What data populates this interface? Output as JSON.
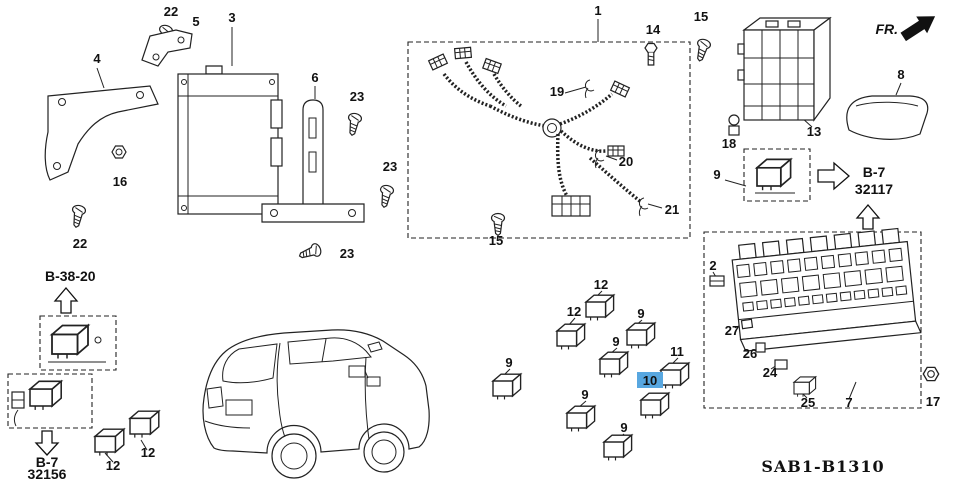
{
  "diagram": {
    "code": "SAB1-B1310",
    "fr_label": "FR.",
    "highlight": {
      "part": "10",
      "color": "#58A7E0"
    },
    "refs": {
      "b38_20": "B-38-20",
      "b7_32117_line1": "B-7",
      "b7_32117_line2": "32117",
      "b7_32156_line1": "B-7",
      "b7_32156_line2": "32156"
    },
    "callouts": {
      "n1": "1",
      "n2": "2",
      "n3": "3",
      "n4": "4",
      "n5": "5",
      "n6": "6",
      "n7": "7",
      "n8": "8",
      "n9a": "9",
      "n9b": "9",
      "n9c": "9",
      "n9d": "9",
      "n9e": "9",
      "n9f": "9",
      "n10": "10",
      "n11": "11",
      "n12a": "12",
      "n12b": "12",
      "n12c": "12",
      "n12d": "12",
      "n13": "13",
      "n14": "14",
      "n15a": "15",
      "n15b": "15",
      "n16": "16",
      "n17": "17",
      "n18": "18",
      "n19": "19",
      "n20": "20",
      "n21": "21",
      "n22a": "22",
      "n22b": "22",
      "n23a": "23",
      "n23b": "23",
      "n23c": "23",
      "n24": "24",
      "n25": "25",
      "n26": "26",
      "n27": "27"
    }
  }
}
